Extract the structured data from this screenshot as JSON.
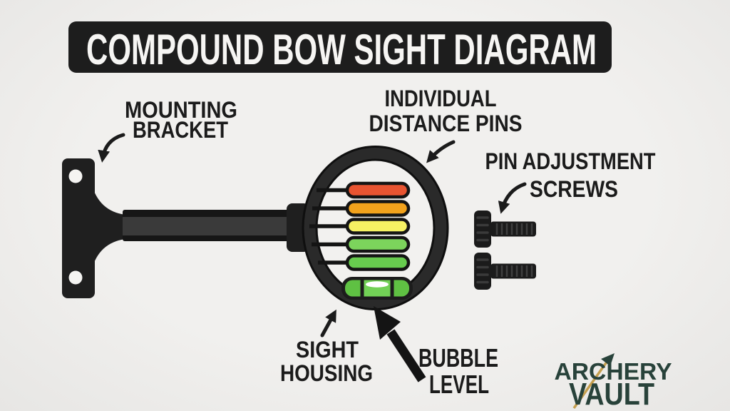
{
  "title": {
    "text": "COMPOUND BOW SIGHT DIAGRAM"
  },
  "labels": {
    "mounting_bracket": {
      "line1": "MOUNTING",
      "line2": "BRACKET"
    },
    "distance_pins": {
      "line1": "INDIVIDUAL",
      "line2": "DISTANCE PINS"
    },
    "adjustment_screws": {
      "line1": "PIN ADJUSTMENT",
      "line2": "SCREWS"
    },
    "sight_housing": {
      "line1": "SIGHT",
      "line2": "HOUSING"
    },
    "bubble_level": {
      "line1": "BUBBLE",
      "line2": "LEVEL"
    }
  },
  "logo": {
    "line1": "ARCHERY",
    "line2": "VAULT",
    "color": "#28423a",
    "arrow_color": "#c59f4e"
  },
  "diagram": {
    "pins": [
      {
        "name": "pin-1",
        "color": "#e85431"
      },
      {
        "name": "pin-2",
        "color": "#f2a21c"
      },
      {
        "name": "pin-3",
        "color": "#f6f163"
      },
      {
        "name": "pin-4",
        "color": "#7cd45c"
      },
      {
        "name": "pin-5",
        "color": "#67cc4e"
      }
    ],
    "bubble": {
      "side_color": "#5fc143",
      "center_color": "#72d156",
      "highlight_color": "#ffffff"
    },
    "screw_count": 2
  },
  "colors": {
    "background": "#efeeec",
    "banner": "#1d1d1d",
    "ink": "#1b1b1b",
    "metal_dark": "#1f1f1f",
    "bar_core": "#3a3a3a",
    "ring_band": "#2a2a2a"
  }
}
